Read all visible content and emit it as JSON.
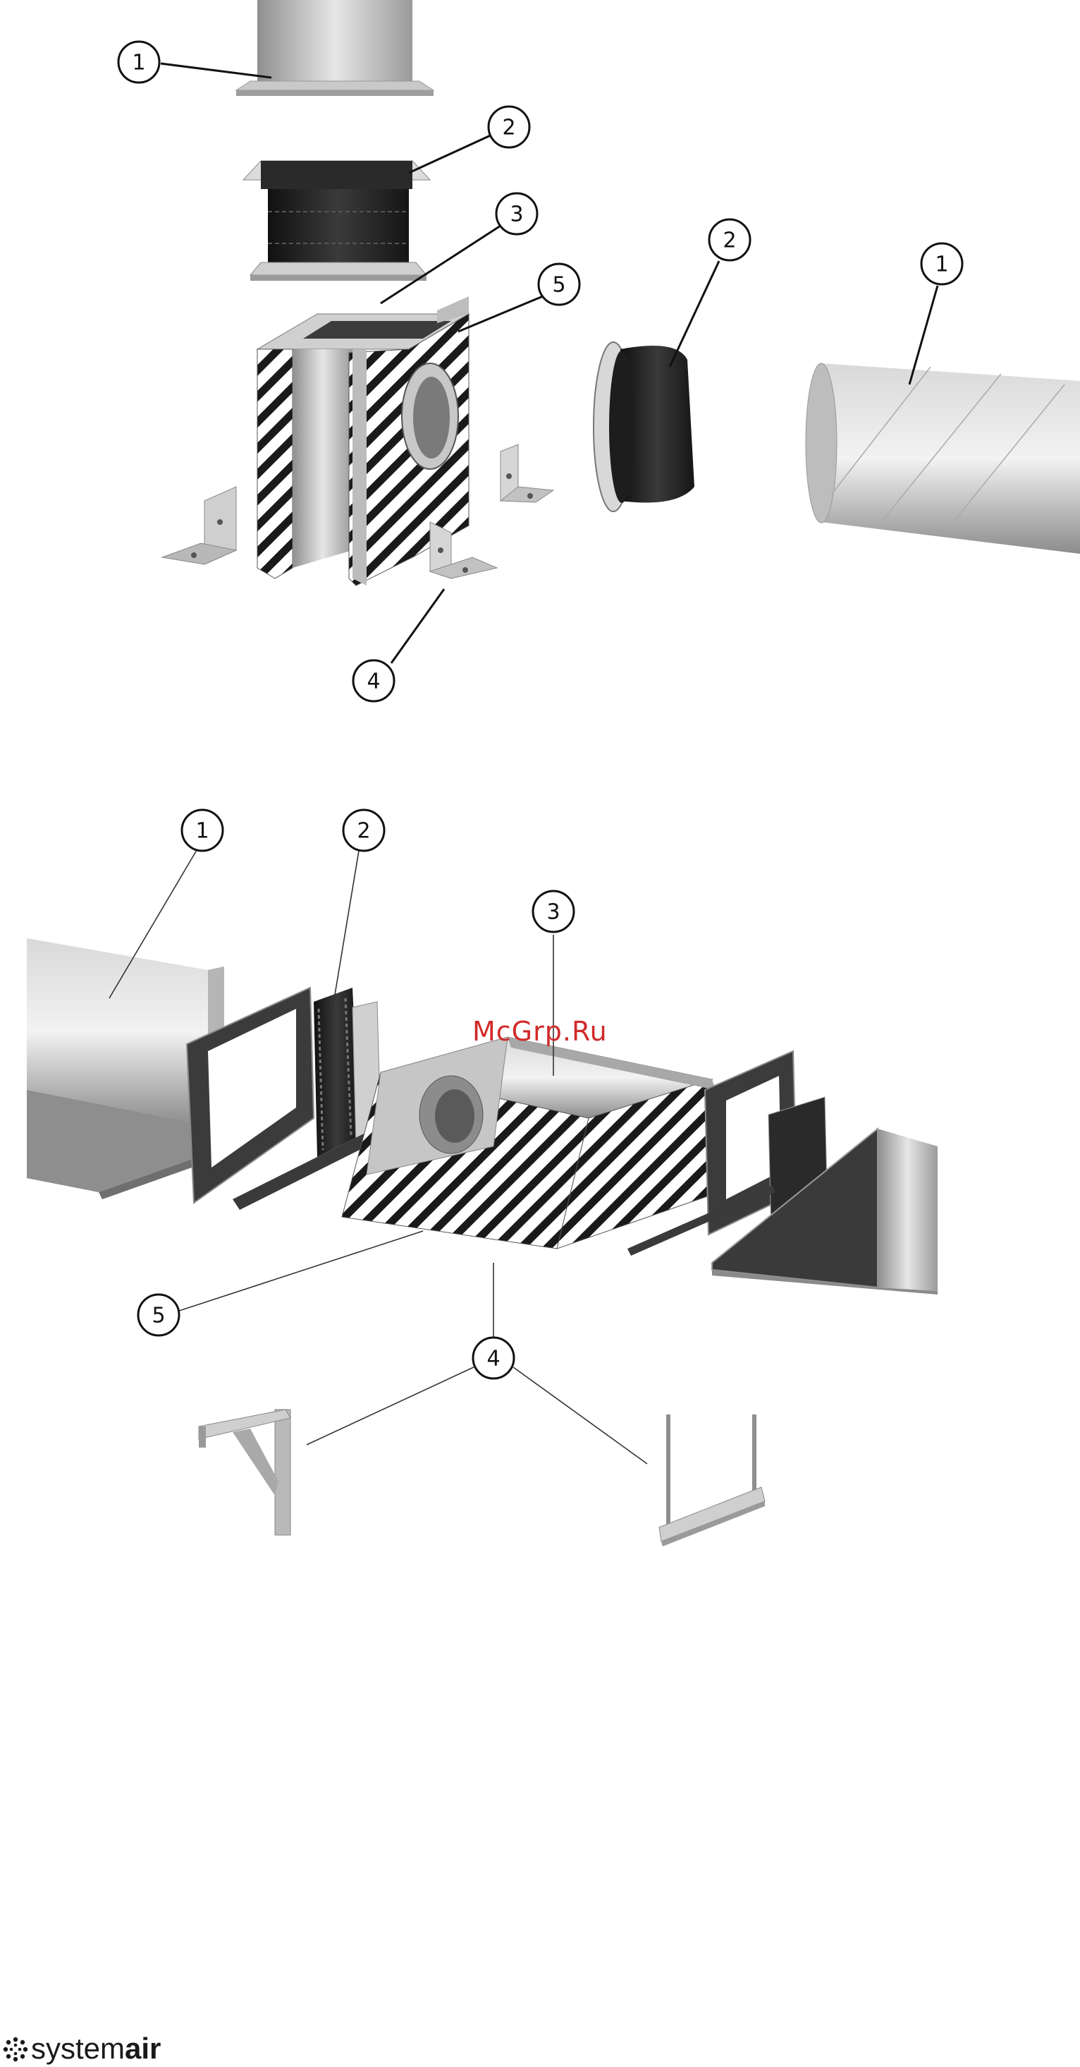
{
  "diagram_top": {
    "callouts": [
      "1",
      "2",
      "3",
      "5",
      "2",
      "1",
      "4"
    ]
  },
  "diagram_bottom": {
    "callouts": [
      "1",
      "2",
      "3",
      "5",
      "4"
    ]
  },
  "watermark": "McGrp.Ru",
  "brand": {
    "light": "system",
    "bold": "air"
  },
  "colors": {
    "stripe": "#1a1a1a",
    "metal_light": "#e2e2e2",
    "metal_mid": "#b9b9b9",
    "metal_dark": "#8a8a8a",
    "rubber": "#222222",
    "watermark": "#d12a2a"
  }
}
